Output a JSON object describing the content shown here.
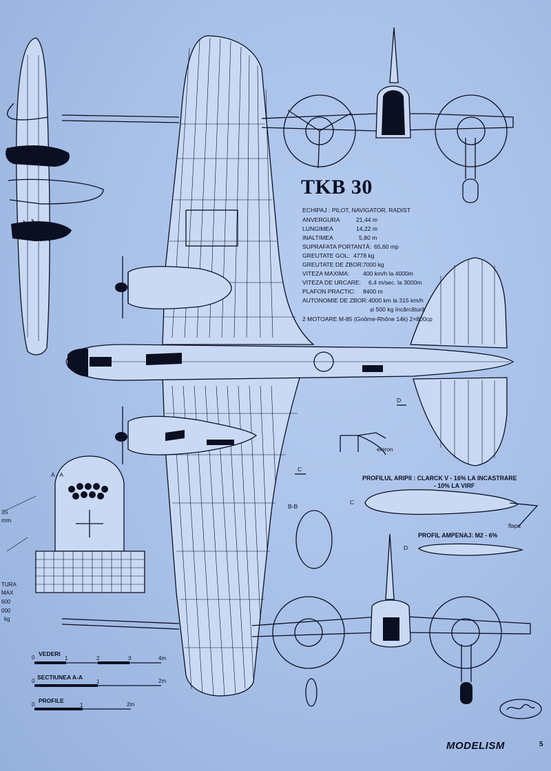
{
  "title": "TKB 30",
  "specs": [
    {
      "label": "ECHIPAJ : PILOT, NAVIGATOR, RADIST",
      "value": ""
    },
    {
      "label": "ANVERGURA",
      "value": "21,44 m"
    },
    {
      "label": "LUNGIMEA",
      "value": "14,22 m"
    },
    {
      "label": "INALTIMEA",
      "value": "5,80 m"
    },
    {
      "label": "SUPRAFATA PORTANTĂ:",
      "value": "65,60 mp"
    },
    {
      "label": "GREUTATE GOL:",
      "value": "4778   kg"
    },
    {
      "label": "GREUTATE DE ZBOR:",
      "value": "7000   kg"
    },
    {
      "label": "VITEZA MAXIMA:",
      "value": "400 km/h  la 4000m"
    },
    {
      "label": "VITEZA DE URCARE:",
      "value": "6,4 m/sec. la 3000m"
    },
    {
      "label": "PLAFON PRACTIC:",
      "value": "8400    m"
    },
    {
      "label": "AUTONOMIE DE ZBOR:",
      "value": "4000 km la 315 km/h"
    },
    {
      "label": "",
      "value": "și 500 kg încărcătură"
    },
    {
      "label": "2 MOTOARE  M-85 (Gnôme-Rhône 14k) 2×800cp",
      "value": ""
    }
  ],
  "labels": {
    "eleron": "eleron",
    "profil_aripii_1": "PROFILUL ARIPII : CLARCK V - 16% LA INCASTRARE",
    "profil_aripii_2": "- 10% LA VIRF",
    "flaps": "flaps",
    "profil_ampenaj": "PROFIL AMPENAJ: M2 - 6%",
    "section_aa": "A - A",
    "section_bb": "B-B",
    "marker_c_top": "C",
    "marker_c": "C",
    "marker_d_top": "D",
    "marker_d": "D",
    "left_margin_1": "35",
    "left_margin_2": "mm"
  },
  "legend_partial": [
    "TURA",
    "MAX",
    "600",
    "000",
    "kg"
  ],
  "scales": [
    {
      "label": "VEDERI",
      "ticks": [
        "0",
        "1",
        "2",
        "3",
        "4m"
      ]
    },
    {
      "label": "SECTIUNEA A-A",
      "ticks": [
        "0",
        "1",
        "2m"
      ]
    },
    {
      "label": "PROFILE",
      "ticks": [
        "0",
        "1",
        "2m"
      ]
    }
  ],
  "footer": {
    "brand": "MODELISM",
    "page": "5"
  },
  "colors": {
    "paper": "#a9c3ea",
    "ink": "#0b0f22"
  }
}
